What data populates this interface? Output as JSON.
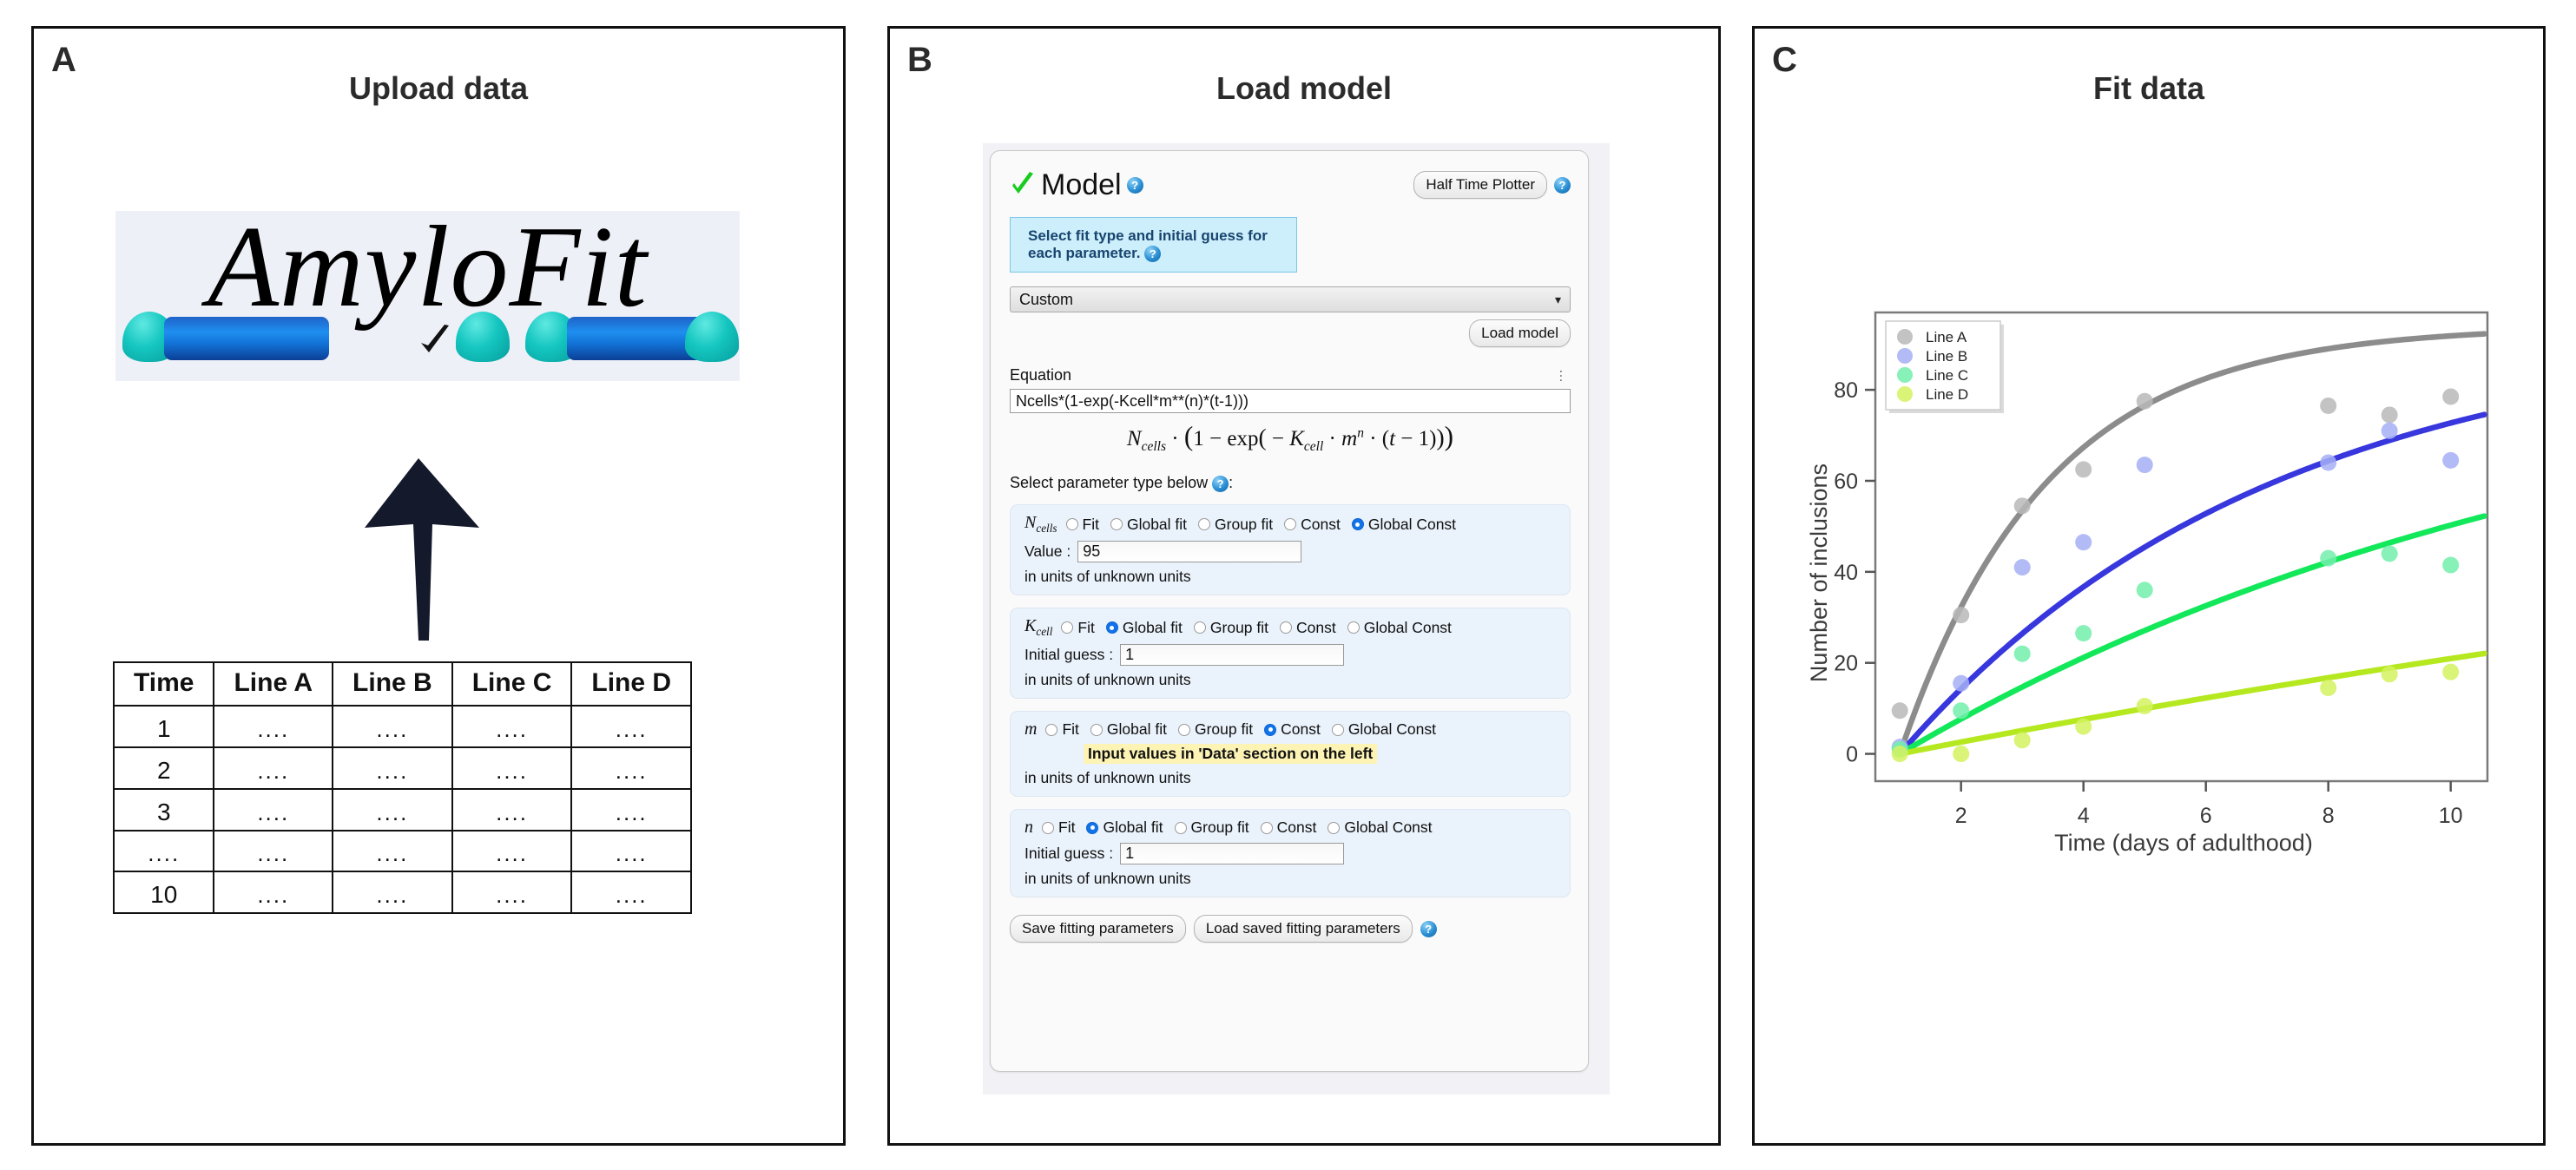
{
  "panels": [
    {
      "letter": "A",
      "title": "Upload data"
    },
    {
      "letter": "B",
      "title": "Load model"
    },
    {
      "letter": "C",
      "title": "Fit data"
    }
  ],
  "panel_a": {
    "logo_text": "AmyloFit",
    "arrow_icon": "up-arrow-icon",
    "table": {
      "headers": [
        "Time",
        "Line A",
        "Line B",
        "Line C",
        "Line D"
      ],
      "rows": [
        [
          "1",
          "....",
          "....",
          "....",
          "...."
        ],
        [
          "2",
          "....",
          "....",
          "....",
          "...."
        ],
        [
          "3",
          "....",
          "....",
          "....",
          "...."
        ],
        [
          "....",
          "....",
          "....",
          "....",
          "...."
        ],
        [
          "10",
          "....",
          "....",
          "....",
          "...."
        ]
      ]
    }
  },
  "panel_b": {
    "card_title": "Model",
    "check_icon": "green-check-icon",
    "help_icon": "help-icon",
    "half_time_plotter_label": "Half Time Plotter",
    "hint": "Select fit type and initial guess for each parameter.",
    "model_select_value": "Custom",
    "load_model_label": "Load model",
    "equation_label": "Equation",
    "kebab_icon": "kebab-menu-icon",
    "equation_value": "Ncells*(1-exp(-Kcell*m**(n)*(t-1)))",
    "equation_rendered": "N_cells · (1 − exp( − K_cell · m^n · (t − 1)))",
    "select_parameter_label": "Select parameter type below",
    "fit_options": [
      "Fit",
      "Global fit",
      "Group fit",
      "Const",
      "Global Const"
    ],
    "parameters": [
      {
        "name": "N",
        "sub": "cells",
        "selected": "Global Const",
        "value_label": "Value :",
        "value": "95",
        "units": "in units of unknown units",
        "note": ""
      },
      {
        "name": "K",
        "sub": "cell",
        "selected": "Global fit",
        "value_label": "Initial guess :",
        "value": "1",
        "units": "in units of unknown units",
        "note": ""
      },
      {
        "name": "m",
        "sub": "",
        "selected": "Const",
        "value_label": "",
        "value": "",
        "units": "in units of unknown units",
        "note": "Input values in 'Data' section on the left"
      },
      {
        "name": "n",
        "sub": "",
        "selected": "Global fit",
        "value_label": "Initial guess :",
        "value": "1",
        "units": "in units of unknown units",
        "note": ""
      }
    ],
    "save_params_label": "Save fitting parameters",
    "load_params_label": "Load saved fitting parameters"
  },
  "chart_data": {
    "type": "scatter",
    "title": "",
    "xlabel": "Time (days of adulthood)",
    "ylabel": "Number of inclusions",
    "xlim": [
      0.6,
      10.6
    ],
    "ylim": [
      -6,
      97
    ],
    "xticks": [
      2,
      4,
      6,
      8,
      10
    ],
    "yticks": [
      0,
      20,
      40,
      60,
      80
    ],
    "grid": false,
    "legend_position": "upper left",
    "colors": {
      "Line A": "#9c9c9c",
      "Line B": "#9aa7f5",
      "Line C": "#5df0a6",
      "Line D": "#ccf252",
      "Line A fit": "#8c8c8c",
      "Line B fit": "#3737dd",
      "Line C fit": "#12e85a",
      "Line D fit": "#b6e820"
    },
    "series": [
      {
        "name": "Line A",
        "marker_color": "#b9b9b9",
        "line_color": "#8c8c8c",
        "x": [
          1,
          2,
          3,
          4,
          5,
          8,
          9,
          10
        ],
        "y": [
          9.5,
          30.5,
          54.5,
          62.5,
          77.5,
          76.5,
          74.5,
          78.5
        ],
        "fit": {
          "Ncells": 94,
          "K": 0.42,
          "n": 1.0
        }
      },
      {
        "name": "Line B",
        "marker_color": "#a5aff5",
        "line_color": "#3737dd",
        "x": [
          1,
          2,
          3,
          4,
          5,
          8,
          9,
          10
        ],
        "y": [
          1.5,
          15.5,
          41.0,
          46.5,
          63.5,
          64.0,
          71.0,
          64.5
        ],
        "fit": {
          "Ncells": 94,
          "K": 0.165,
          "n": 1.0
        }
      },
      {
        "name": "Line C",
        "marker_color": "#72efab",
        "line_color": "#12e85a",
        "x": [
          1,
          2,
          3,
          4,
          5,
          8,
          9,
          10
        ],
        "y": [
          1.0,
          9.5,
          22.0,
          26.5,
          36.0,
          43.0,
          44.0,
          41.5
        ],
        "fit": {
          "Ncells": 94,
          "K": 0.085,
          "n": 1.0
        }
      },
      {
        "name": "Line D",
        "marker_color": "#d2f25f",
        "line_color": "#b6e820",
        "x": [
          1,
          2,
          3,
          4,
          5,
          8,
          9,
          10
        ],
        "y": [
          0.0,
          0.0,
          3.0,
          6.0,
          10.5,
          14.5,
          17.5,
          18.0
        ],
        "fit": {
          "Ncells": 94,
          "K": 0.028,
          "n": 1.0
        }
      }
    ]
  }
}
